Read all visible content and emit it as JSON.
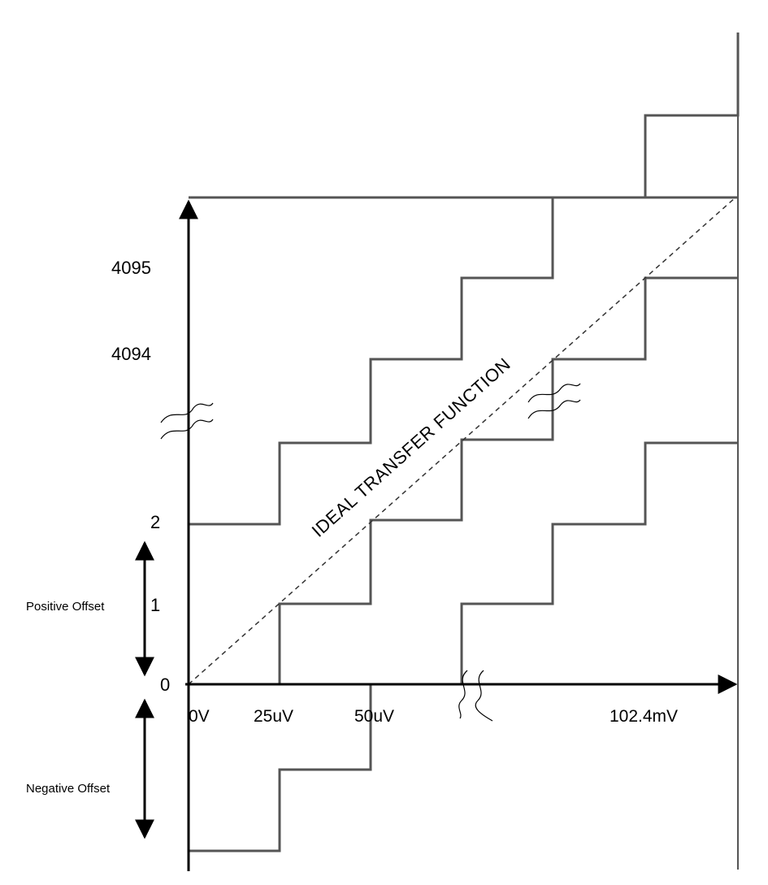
{
  "diagram": {
    "y_labels": {
      "code_4095": "4095",
      "code_4094": "4094",
      "code_2": "2",
      "code_1": "1",
      "code_0": "0"
    },
    "x_labels": {
      "v0": "0V",
      "v25": "25uV",
      "v50": "50uV",
      "v_max": "102.4mV"
    },
    "offset_labels": {
      "positive": "Positive Offset",
      "negative": "Negative Offset"
    },
    "ideal_label": "IDEAL TRANSFER FUNCTION",
    "colors": {
      "line": "#555555",
      "axis": "#000000",
      "background": "#ffffff"
    }
  }
}
